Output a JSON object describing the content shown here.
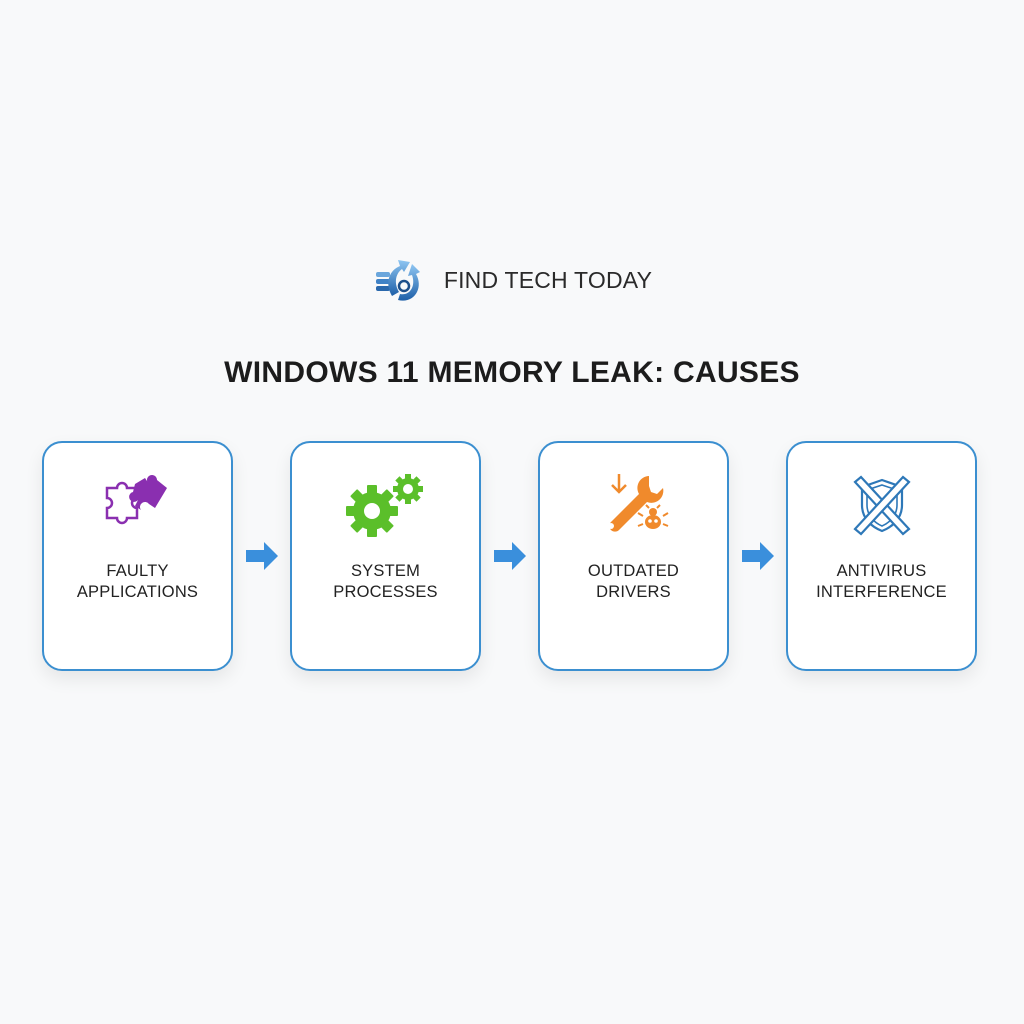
{
  "brand": {
    "name": "FIND TECH TODAY",
    "logo_icon": "rising-arrows-database-logo-icon"
  },
  "title": "WINDOWS 11 MEMORY LEAK: CAUSES",
  "colors": {
    "card_border": "#3b8fd0",
    "arrow": "#3a8fdc",
    "faulty_applications": "#8a2fb0",
    "system_processes": "#5bbf2a",
    "outdated_drivers": "#f08a2c",
    "antivirus_interference": "#2e78b8"
  },
  "steps": [
    {
      "label": "FAULTY\nAPPLICATIONS",
      "icon": "puzzle-pieces-icon"
    },
    {
      "label": "SYSTEM\nPROCESSES",
      "icon": "gears-icon"
    },
    {
      "label": "OUTDATED\nDRIVERS",
      "icon": "wrench-bug-download-icon"
    },
    {
      "label": "ANTIVIRUS\nINTERFERENCE",
      "icon": "crossed-shield-icon"
    }
  ],
  "connectors": [
    {
      "icon": "arrow-right-icon"
    },
    {
      "icon": "arrow-right-icon"
    },
    {
      "icon": "arrow-right-icon"
    }
  ]
}
